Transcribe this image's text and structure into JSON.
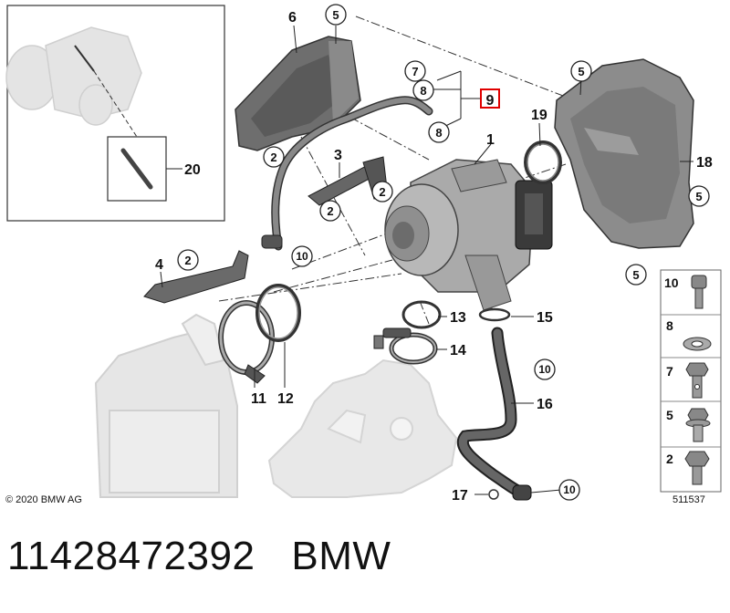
{
  "diagram": {
    "copyright": "© 2020 BMW AG",
    "reference_number": "511537",
    "highlighted_callout": "9",
    "callouts": {
      "c1": "1",
      "c2a": "2",
      "c2b": "2",
      "c2c": "2",
      "c2d": "2",
      "c3": "3",
      "c4": "4",
      "c5a": "5",
      "c5b": "5",
      "c5c": "5",
      "c5d": "5",
      "c6": "6",
      "c7": "7",
      "c8a": "8",
      "c8b": "8",
      "c9": "9",
      "c10a": "10",
      "c10b": "10",
      "c10c": "10",
      "c11": "11",
      "c12": "12",
      "c13": "13",
      "c14": "14",
      "c15": "15",
      "c16": "16",
      "c17": "17",
      "c18": "18",
      "c19": "19",
      "c20": "20"
    },
    "legend": [
      {
        "label": "10",
        "icon": "bolt-icon"
      },
      {
        "label": "8",
        "icon": "washer-icon"
      },
      {
        "label": "7",
        "icon": "banjo-bolt-icon"
      },
      {
        "label": "5",
        "icon": "flange-bolt-icon"
      },
      {
        "label": "2",
        "icon": "hex-bolt-icon"
      }
    ]
  },
  "caption": {
    "part_number": "11428472392",
    "brand": "BMW"
  }
}
